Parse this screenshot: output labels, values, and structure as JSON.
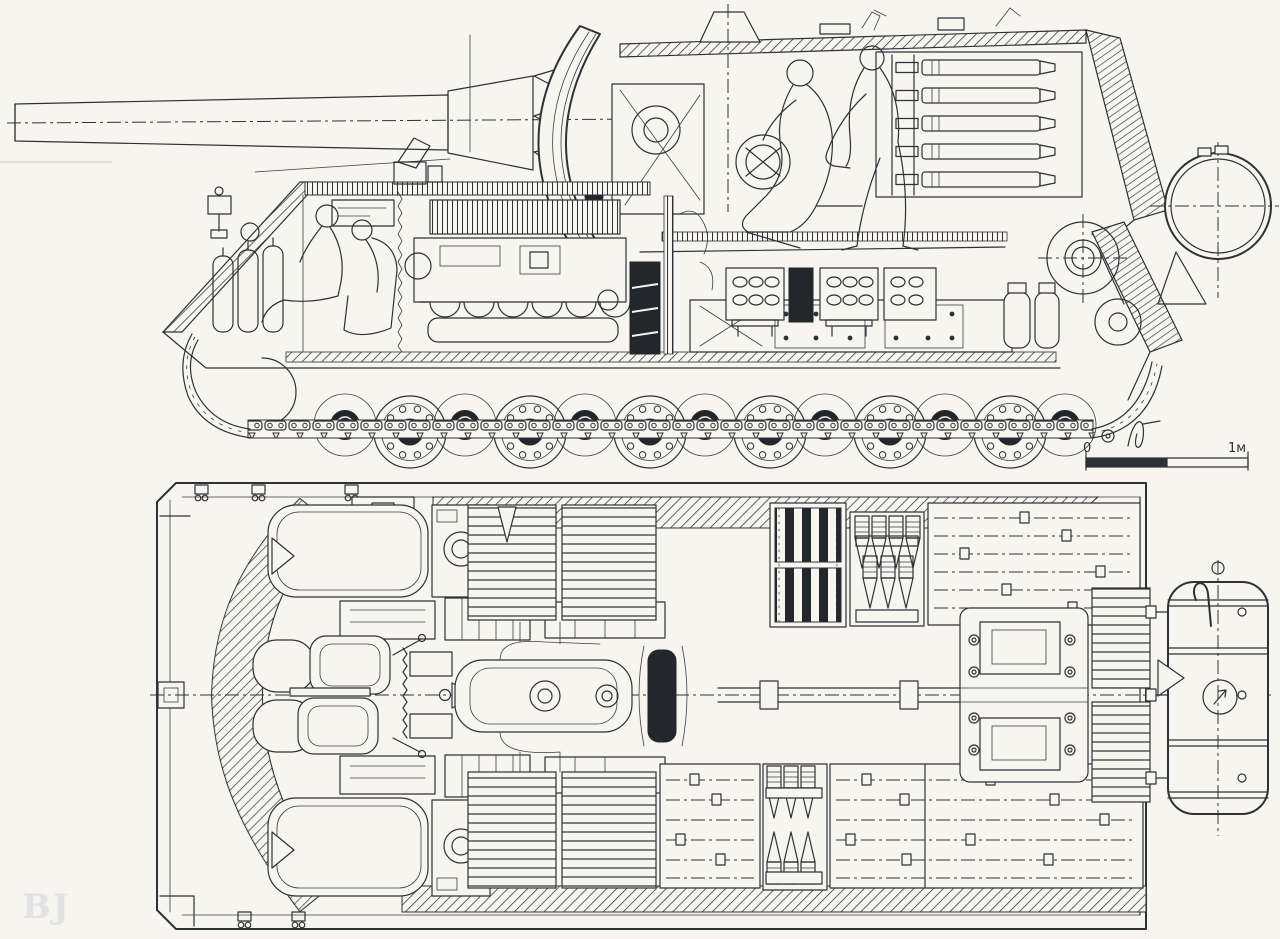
{
  "colors": {
    "paper": "#f6f5f0",
    "ink": "#2e3136",
    "dark_fill": "#23262a",
    "watermark": "#e2e2e4"
  },
  "scale_bar": {
    "zero_label": "0",
    "one_meter_label": "1м"
  },
  "watermark": {
    "text": "BJ"
  }
}
